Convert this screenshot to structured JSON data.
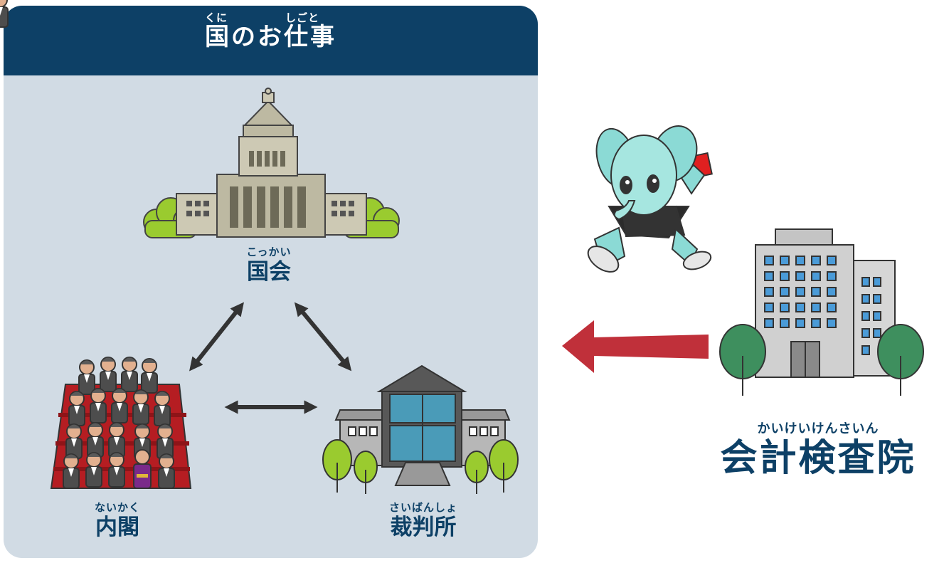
{
  "header": {
    "title": "国のお仕事",
    "furigana_kuni": "くに",
    "furigana_shigoto": "しごと"
  },
  "nodes": {
    "kokkai": {
      "label": "国会",
      "furigana": "こっかい"
    },
    "naikaku": {
      "label": "内閣",
      "furigana": "ないかく"
    },
    "saibansho": {
      "label": "裁判所",
      "furigana": "さいばんしょ"
    },
    "kaikeikensain": {
      "label": "会計検査院",
      "furigana": "かいけいけんさいん"
    }
  },
  "colors": {
    "header_bg": "#0d4066",
    "panel_bg": "#d1dbe4",
    "text_navy": "#0d4066",
    "arrow_dark": "#333333",
    "arrow_red": "#c0303a",
    "bush_green": "#9acb2f",
    "tree_green": "#3e8f5e"
  }
}
